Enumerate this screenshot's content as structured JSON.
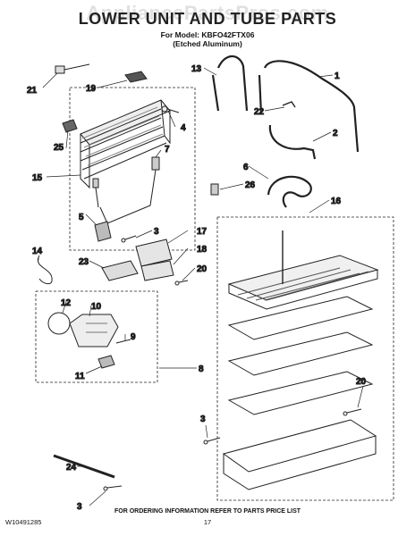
{
  "header": {
    "watermark": "AppliancePartsPros.com",
    "title": "LOWER UNIT AND TUBE PARTS",
    "model_line": "For Model: KBFO42FTX06",
    "finish_line": "(Etched Aluminum)"
  },
  "callouts": [
    "1",
    "2",
    "3",
    "4",
    "5",
    "6",
    "7",
    "8",
    "9",
    "10",
    "11",
    "12",
    "13",
    "14",
    "15",
    "16",
    "17",
    "18",
    "19",
    "20",
    "21",
    "22",
    "23",
    "24",
    "25",
    "26"
  ],
  "footer": {
    "doc_number": "W10491285",
    "order_note": "FOR ORDERING INFORMATION REFER TO PARTS PRICE LIST",
    "page_number": "17"
  }
}
